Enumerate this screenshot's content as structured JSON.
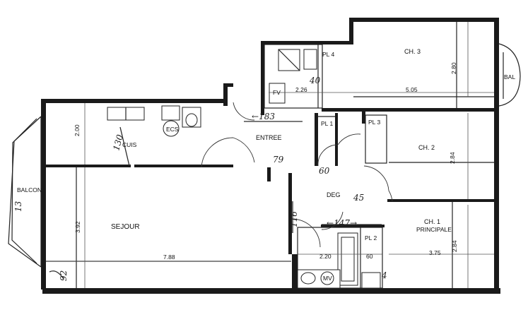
{
  "rooms": {
    "ch3": "CH. 3",
    "ch2": "CH. 2",
    "ch1": "CH. 1",
    "ch1_sub": "PRINCIPALE",
    "entree": "ENTREE",
    "deg": "DEG",
    "sejour": "SEJOUR",
    "balcon": "BALCON",
    "bal": "BAL",
    "cuis": "CUIS",
    "pl1": "PL 1",
    "pl2": "PL 2",
    "pl3": "PL 3",
    "pl4": "PL 4",
    "ecs": "ECS",
    "fv": "FV",
    "mv": "MV"
  },
  "dimensions": {
    "ch3_h": "2.80",
    "ch3_w": "5.05",
    "d226": "2.26",
    "ch2_h": "2.84",
    "ch1_h": "2.84",
    "ch1_w": "3.75",
    "cuis_h": "2.00",
    "sejour_h": "3.92",
    "sejour_w": "7.88",
    "bath_w": "2.20",
    "bath_60": "60"
  },
  "handwritten": {
    "h183": "←183",
    "h40": "40",
    "h130": "130",
    "h79": "79",
    "h60": "60",
    "h45": "45",
    "h147": "←147→",
    "h116": "116",
    "h13": "13",
    "h92": "92",
    "h4": "4"
  }
}
